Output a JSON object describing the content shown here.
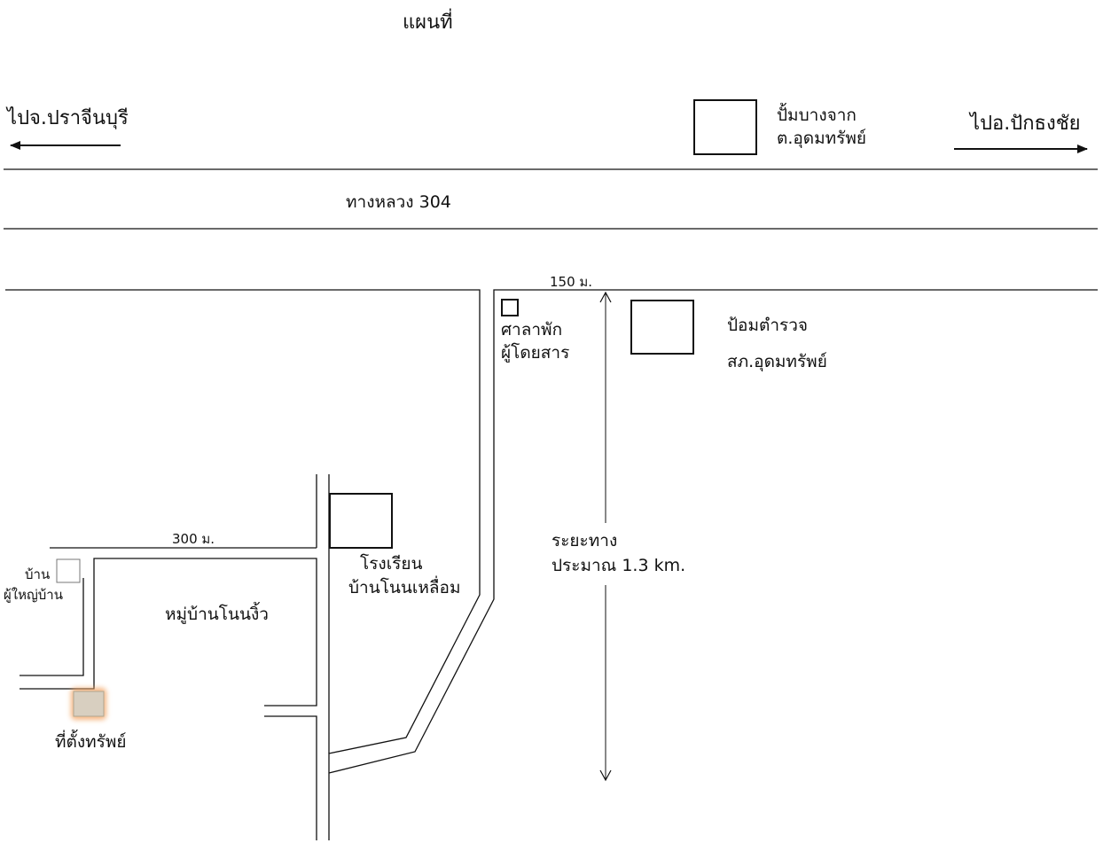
{
  "title": "แผนที่",
  "directions": {
    "left": "ไปจ.ปราจีนบุรี",
    "right": "ไปอ.ปักธงชัย"
  },
  "highway": "ทางหลวง 304",
  "landmarks": {
    "gas_station": [
      "ปั้มบางจาก",
      "ต.อุดมทรัพย์"
    ],
    "bus_shelter": [
      "ศาลาพัก",
      "ผู้โดยสาร"
    ],
    "police_box": [
      "ป้อมตำรวจ",
      "สภ.อุดมทรัพย์"
    ],
    "school": [
      "โรงเรียน",
      "บ้านโนนเหลื่อม"
    ],
    "headman_house": [
      "บ้าน",
      "ผู้ใหญ่บ้าน"
    ],
    "village": "หมู่บ้านโนนงิ้ว",
    "property": "ที่ตั้งทรัพย์"
  },
  "distances": {
    "d150": "150 ม.",
    "d300": "300 ม.",
    "total": [
      "ระยะทาง",
      "ประมาณ 1.3 km."
    ]
  },
  "colors": {
    "line": "#111111",
    "property_glow": "#f3a565",
    "property_fill": "#d8cfc0"
  }
}
